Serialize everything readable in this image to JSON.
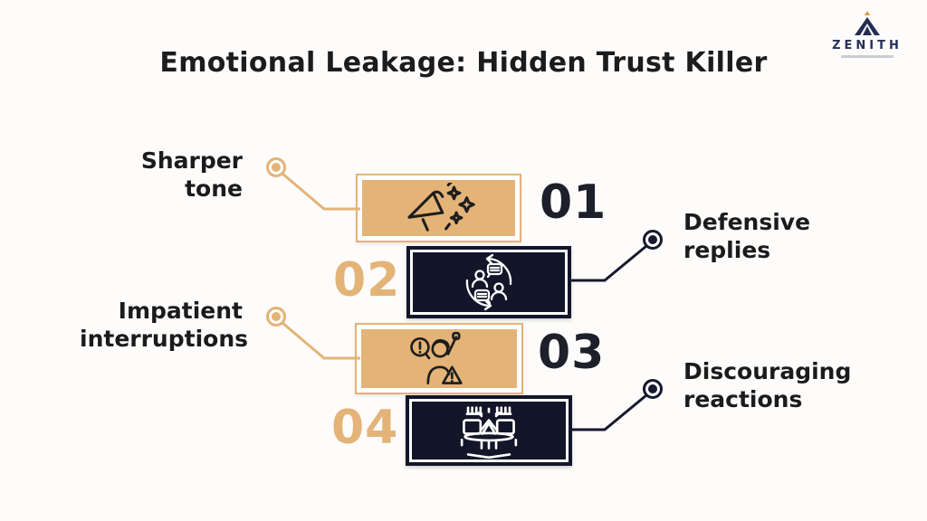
{
  "title": "Emotional Leakage: Hidden Trust Killer",
  "logo": {
    "name": "ZENITH"
  },
  "colors": {
    "gold": "#E3B377",
    "navy": "#131529",
    "text": "#1b1b1b"
  },
  "items": [
    {
      "number": "01",
      "label": "Sharper tone",
      "side": "left",
      "style": "gold",
      "icon": "megaphone-stars-icon"
    },
    {
      "number": "02",
      "label": "Defensive replies",
      "side": "right",
      "style": "navy",
      "icon": "conversation-exchange-icon"
    },
    {
      "number": "03",
      "label": "Impatient interruptions",
      "side": "left",
      "style": "gold",
      "icon": "angry-person-raising-fist-icon"
    },
    {
      "number": "04",
      "label": "Discouraging reactions",
      "side": "right",
      "style": "navy",
      "icon": "table-conflict-icon"
    }
  ]
}
